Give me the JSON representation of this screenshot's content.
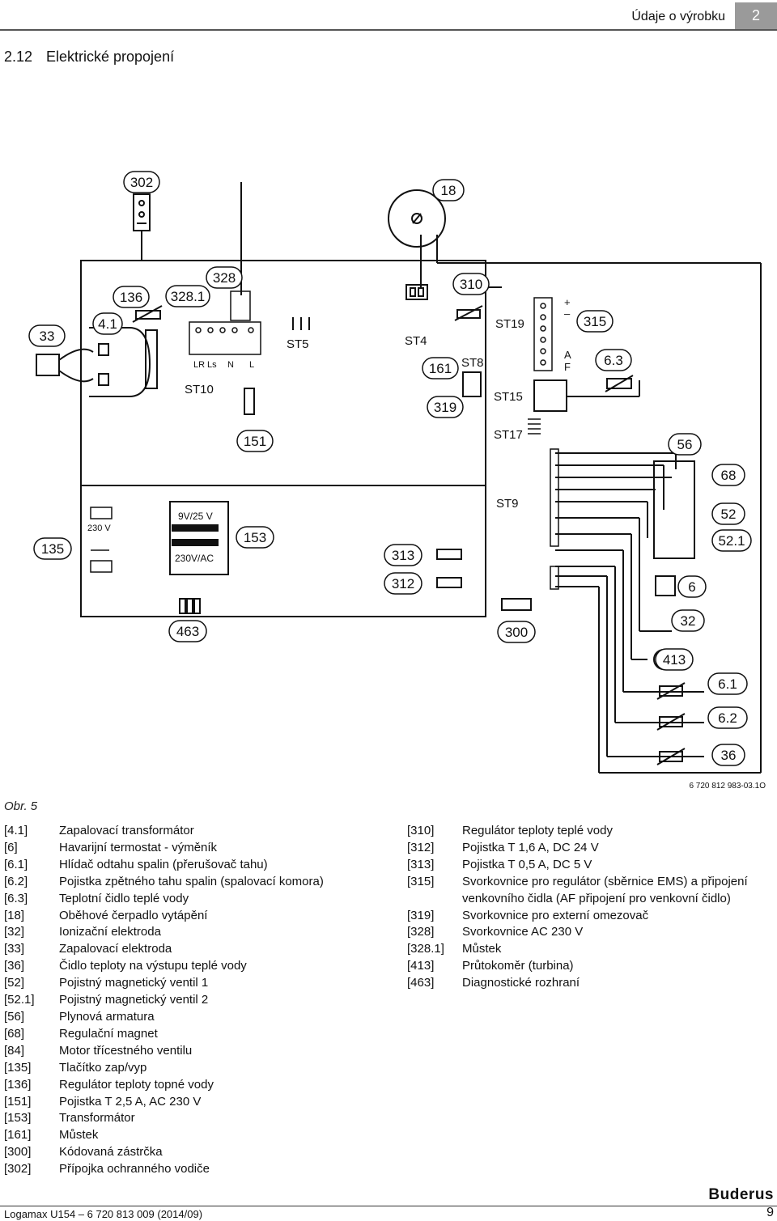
{
  "header": {
    "title": "Údaje o výrobku",
    "chapter": "2"
  },
  "section": {
    "number": "2.12",
    "title": "Elektrické propojení"
  },
  "diagram": {
    "labels": {
      "l302": "302",
      "l18": "18",
      "l328": "328",
      "l3281": "328.1",
      "l136": "136",
      "l310": "310",
      "l33": "33",
      "l41": "4.1",
      "l315": "315",
      "l63": "6.3",
      "l161": "161",
      "l319": "319",
      "l151": "151",
      "l56": "56",
      "l68": "68",
      "l52": "52",
      "l521": "52.1",
      "l135": "135",
      "l153": "153",
      "l313": "313",
      "l312": "312",
      "l6": "6",
      "l463": "463",
      "l300": "300",
      "l32": "32",
      "l413": "413",
      "l61": "6.1",
      "l62": "6.2",
      "l36": "36"
    },
    "connectors": {
      "st10": "ST10",
      "st5": "ST5",
      "st4": "ST4",
      "st19": "ST19",
      "st8": "ST8",
      "st15": "ST15",
      "st17": "ST17",
      "st9": "ST9"
    },
    "small_text": {
      "lr": "LR",
      "ls": "Ls",
      "n": "N",
      "l": "L",
      "plus": "+",
      "minus": "–",
      "a": "A",
      "f": "F",
      "v230": "230 V",
      "v9_25": "9V/25 V",
      "v230ac": "230V/AC"
    },
    "drawing_number": "6 720 812 983-03.1O"
  },
  "caption": "Obr. 5",
  "legend_left": [
    {
      "key": "[4.1]",
      "text": "Zapalovací transformátor"
    },
    {
      "key": "[6]",
      "text": "Havarijní termostat - výměník"
    },
    {
      "key": "[6.1]",
      "text": "Hlídač odtahu spalin (přerušovač tahu)"
    },
    {
      "key": "[6.2]",
      "text": "Pojistka zpětného tahu spalin (spalovací komora)"
    },
    {
      "key": "[6.3]",
      "text": "Teplotní čidlo teplé vody"
    },
    {
      "key": "[18]",
      "text": "Oběhové čerpadlo vytápění"
    },
    {
      "key": "[32]",
      "text": "Ionizační elektroda"
    },
    {
      "key": "[33]",
      "text": "Zapalovací elektroda"
    },
    {
      "key": "[36]",
      "text": "Čidlo teploty na výstupu teplé vody"
    },
    {
      "key": "[52]",
      "text": "Pojistný magnetický ventil 1"
    },
    {
      "key": "[52.1]",
      "text": "Pojistný magnetický ventil 2"
    },
    {
      "key": "[56]",
      "text": "Plynová armatura"
    },
    {
      "key": "[68]",
      "text": "Regulační magnet"
    },
    {
      "key": "[84]",
      "text": "Motor třícestného ventilu"
    },
    {
      "key": "[135]",
      "text": "Tlačítko zap/vyp"
    },
    {
      "key": "[136]",
      "text": "Regulátor teploty topné  vody"
    },
    {
      "key": "[151]",
      "text": "Pojistka T 2,5 A, AC 230 V"
    },
    {
      "key": "[153]",
      "text": "Transformátor"
    },
    {
      "key": "[161]",
      "text": "Můstek"
    },
    {
      "key": "[300]",
      "text": "Kódovaná zástrčka"
    },
    {
      "key": "[302]",
      "text": "Přípojka ochranného vodiče"
    }
  ],
  "legend_right": [
    {
      "key": "[310]",
      "text": "Regulátor teploty teplé vody"
    },
    {
      "key": "[312]",
      "text": "Pojistka T 1,6 A, DC 24 V"
    },
    {
      "key": "[313]",
      "text": "Pojistka T 0,5 A, DC 5 V"
    },
    {
      "key": "[315]",
      "text": "Svorkovnice pro regulátor (sběrnice EMS) a připojení venkovního čidla (AF připojení pro venkovní čidlo)"
    },
    {
      "key": "[319]",
      "text": "Svorkovnice pro externí omezovač"
    },
    {
      "key": "[328]",
      "text": "Svorkovnice AC 230 V"
    },
    {
      "key": "[328.1]",
      "text": "Můstek"
    },
    {
      "key": "[413]",
      "text": "Průtokoměr (turbina)"
    },
    {
      "key": "[463]",
      "text": "Diagnostické rozhraní"
    }
  ],
  "footer": {
    "left": "Logamax U154 – 6 720 813 009 (2014/09)",
    "page": "9",
    "brand": "Buderus"
  }
}
